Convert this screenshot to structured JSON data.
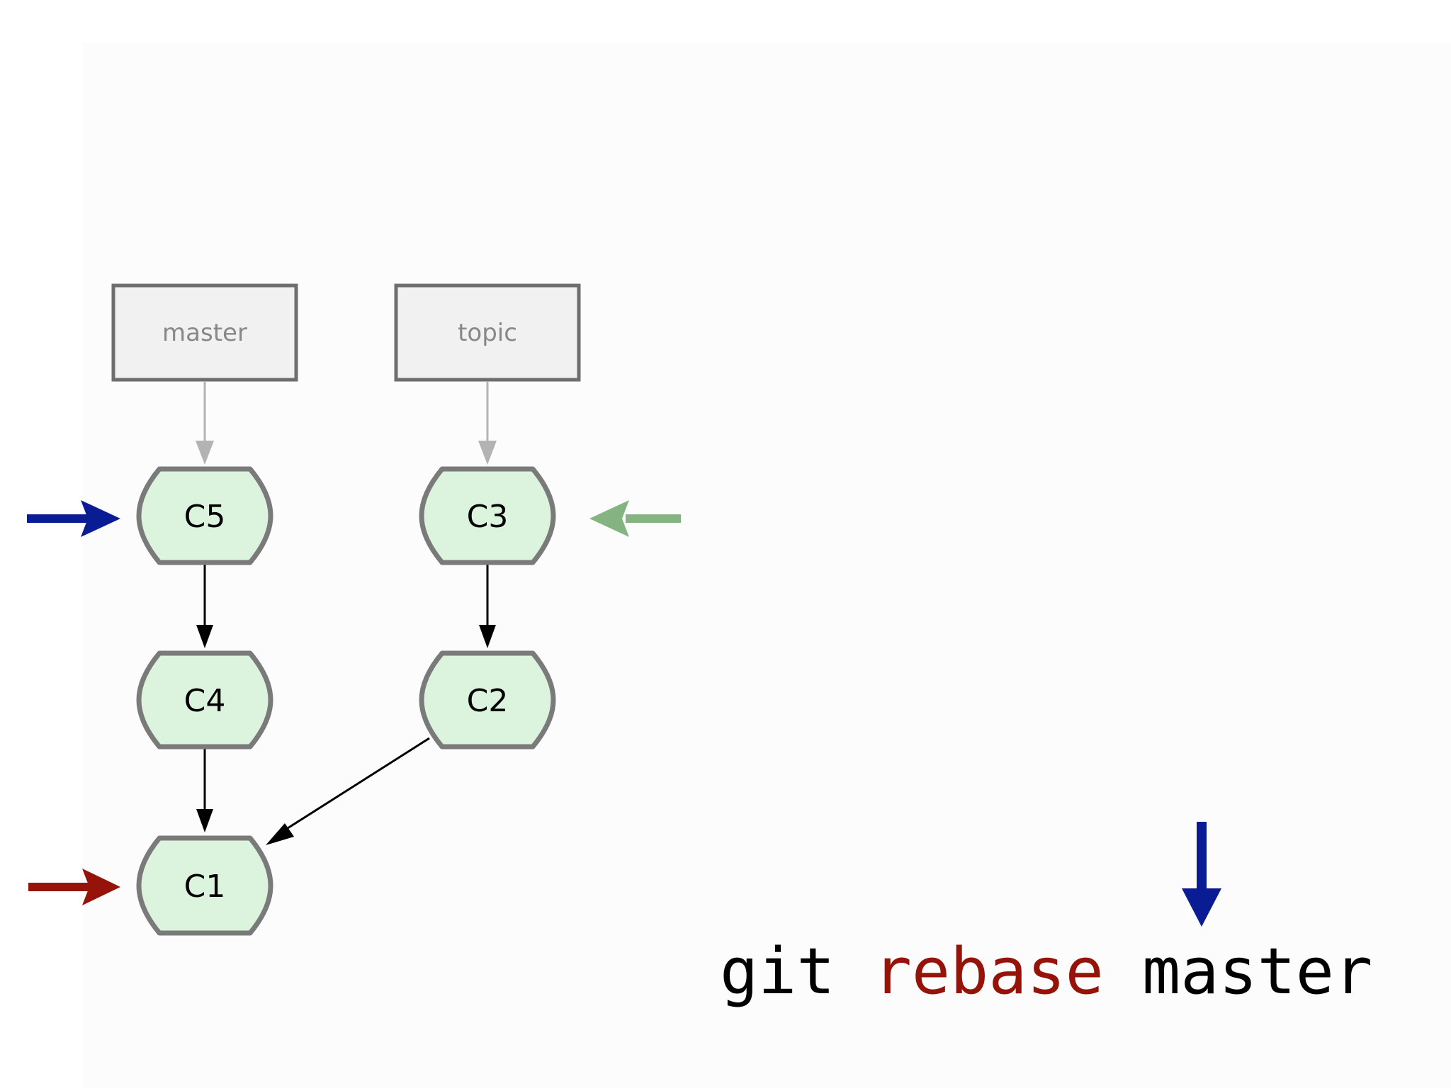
{
  "branches": {
    "master": {
      "label": "master"
    },
    "topic": {
      "label": "topic"
    }
  },
  "commits": {
    "c5": "C5",
    "c4": "C4",
    "c1": "C1",
    "c3": "C3",
    "c2": "C2"
  },
  "command": {
    "git": "git",
    "rebase": "rebase",
    "master": "master"
  },
  "colors": {
    "commit_fill": "#dcf3dd",
    "commit_stroke": "#7a7a7a",
    "branch_fill": "#f1f1f1",
    "branch_stroke": "#6e6e6e",
    "branch_text": "#888888",
    "ref_arrow": "#b3b3b3",
    "parent_arrow": "#000000",
    "head_marker_blue": "#0a1c94",
    "base_marker_red": "#951309",
    "topic_marker_green": "#84b482",
    "rebase_keyword": "#951309"
  }
}
